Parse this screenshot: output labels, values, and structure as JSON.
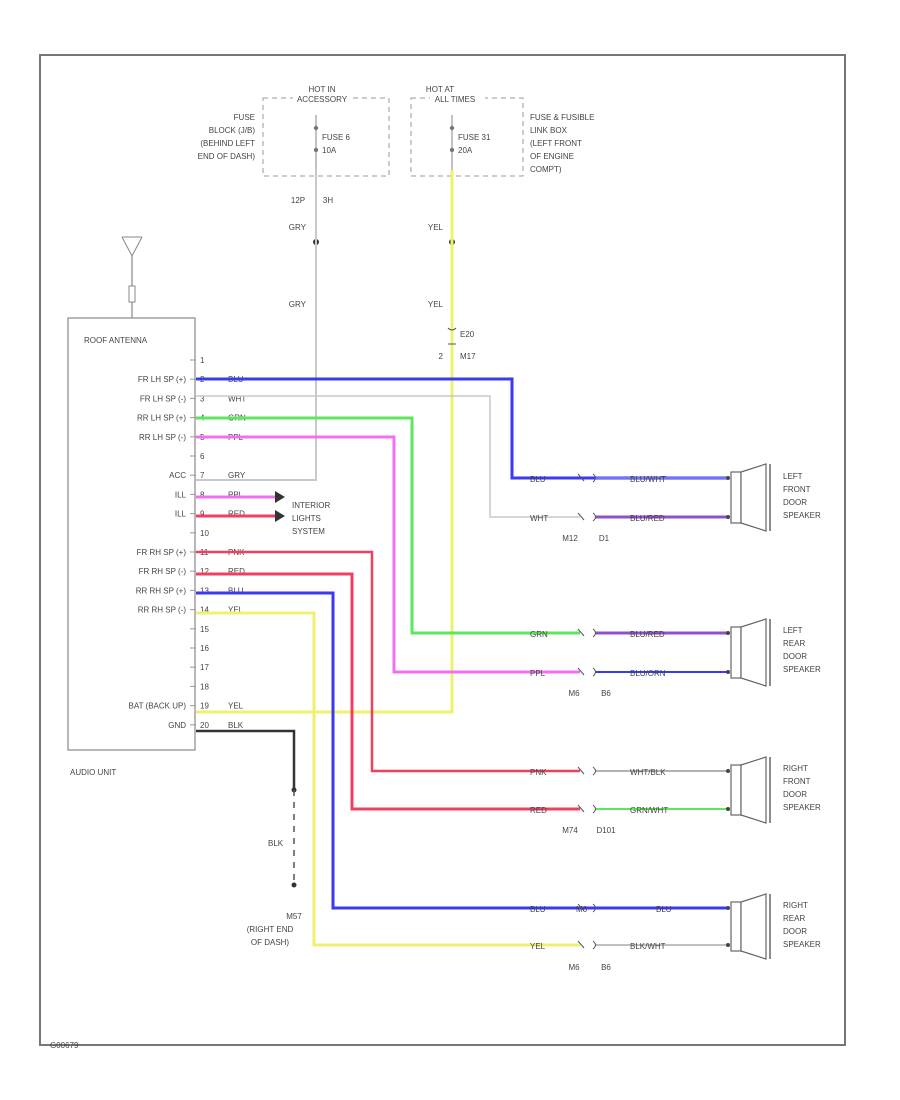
{
  "fuse_blocks": {
    "left": {
      "header_line1": "HOT IN",
      "header_line2": "ACCESSORY",
      "location": [
        "FUSE",
        "BLOCK (J/B)",
        "(BEHIND LEFT",
        "END OF DASH)"
      ],
      "fuse_line1": "FUSE 6",
      "fuse_line2": "10A",
      "pin_left": "12P",
      "pin_right": "3H",
      "wire_color": "GRY"
    },
    "right": {
      "header_line1": "HOT AT",
      "header_line2": "ALL TIMES",
      "location": [
        "FUSE & FUSIBLE",
        "LINK BOX",
        "(LEFT FRONT",
        "OF ENGINE",
        "COMPT)"
      ],
      "fuse_line1": "FUSE 31",
      "fuse_line2": "20A",
      "wire_color": "YEL",
      "conn_top": "E20",
      "conn_pin": "2",
      "conn_bottom": "M17"
    }
  },
  "antenna_label": "ROOF ANTENNA",
  "audio_unit": {
    "label": "AUDIO UNIT",
    "pins": [
      {
        "num": "1",
        "label": "",
        "wire": ""
      },
      {
        "num": "2",
        "label": "FR LH SP (+)",
        "wire": "BLU"
      },
      {
        "num": "3",
        "label": "FR LH SP (-)",
        "wire": "WHT"
      },
      {
        "num": "4",
        "label": "RR LH SP (+)",
        "wire": "GRN"
      },
      {
        "num": "5",
        "label": "RR LH SP (-)",
        "wire": "PPL"
      },
      {
        "num": "6",
        "label": "",
        "wire": ""
      },
      {
        "num": "7",
        "label": "ACC",
        "wire": "GRY"
      },
      {
        "num": "8",
        "label": "ILL",
        "wire": "PPL"
      },
      {
        "num": "9",
        "label": "ILL",
        "wire": "RED"
      },
      {
        "num": "10",
        "label": "",
        "wire": ""
      },
      {
        "num": "11",
        "label": "FR RH SP (+)",
        "wire": "PNK"
      },
      {
        "num": "12",
        "label": "FR RH SP (-)",
        "wire": "RED"
      },
      {
        "num": "13",
        "label": "RR RH SP (+)",
        "wire": "BLU"
      },
      {
        "num": "14",
        "label": "RR RH SP (-)",
        "wire": "YEL"
      },
      {
        "num": "15",
        "label": "",
        "wire": ""
      },
      {
        "num": "16",
        "label": "",
        "wire": ""
      },
      {
        "num": "17",
        "label": "",
        "wire": ""
      },
      {
        "num": "18",
        "label": "",
        "wire": ""
      },
      {
        "num": "19",
        "label": "BAT (BACK UP)",
        "wire": "YEL"
      },
      {
        "num": "20",
        "label": "GND",
        "wire": "BLK"
      }
    ]
  },
  "interior_lights": [
    "INTERIOR",
    "LIGHTS",
    "SYSTEM"
  ],
  "ground": {
    "wire": "BLK",
    "label": [
      "M57",
      "(RIGHT END",
      "OF DASH)"
    ]
  },
  "speakers": [
    {
      "name": [
        "LEFT",
        "FRONT",
        "DOOR",
        "SPEAKER"
      ],
      "wire_pos_in": "BLU",
      "wire_pos_out": "BLU/WHT",
      "wire_neg_in": "WHT",
      "wire_neg_out": "BLU/RED",
      "conn_left": "M12",
      "conn_right": "D1"
    },
    {
      "name": [
        "LEFT",
        "REAR",
        "DOOR",
        "SPEAKER"
      ],
      "wire_pos_in": "GRN",
      "wire_pos_out": "BLU/RED",
      "wire_neg_in": "PPL",
      "wire_neg_out": "BLU/ORN",
      "conn_left": "M6",
      "conn_right": "B6"
    },
    {
      "name": [
        "RIGHT",
        "FRONT",
        "DOOR",
        "SPEAKER"
      ],
      "wire_pos_in": "PNK",
      "wire_pos_out": "WHT/BLK",
      "wire_neg_in": "RED",
      "wire_neg_out": "GRN/WHT",
      "conn_left": "M74",
      "conn_right": "D101"
    },
    {
      "name": [
        "RIGHT",
        "REAR",
        "DOOR",
        "SPEAKER"
      ],
      "wire_pos_in": "BLU",
      "wire_pos_out": "BLU",
      "wire_neg_in": "YEL",
      "wire_neg_out": "BLK/WHT",
      "conn_left": "M6",
      "conn_right": "B6"
    }
  ],
  "figure_id": "G00679",
  "colors": {
    "blue": "#3a3af0",
    "green": "#5ce85c",
    "magenta": "#f070f0",
    "red": "#f04060",
    "yellow": "#f0f070",
    "gray": "#c8c8c8",
    "dark": "#333333",
    "purple": "#9050c8"
  }
}
